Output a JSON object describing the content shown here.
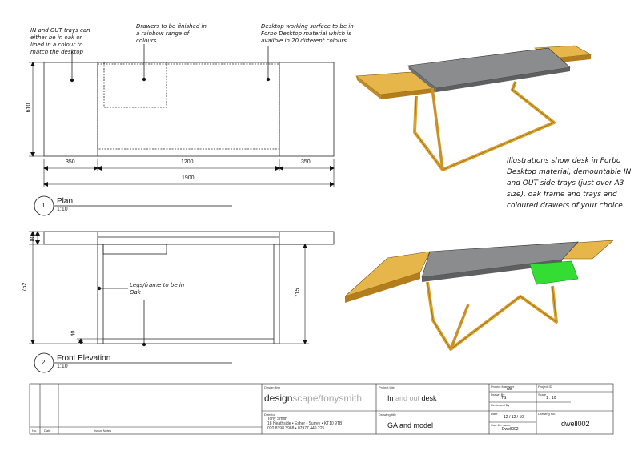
{
  "notes": {
    "trays": "IN and OUT trays can either be in oak or lined in a colour to match the desktop",
    "drawers": "Drawers to be finished in a rainbow range of colours",
    "surface": "Desktop working surface to be in Forbo Desktop material which is availble in 20 different colours",
    "legs": "Legs/frame to be in Oak",
    "illustrations": "Illustrations show desk in Forbo Desktop material, demountable IN and OUT side trays (just over A3 size), oak frame and trays and coloured drawers of your choice."
  },
  "plan_dims": {
    "height": "610",
    "left": "350",
    "middle": "1200",
    "right": "350",
    "total": "1900"
  },
  "elev_dims": {
    "top": "80",
    "overall": "752",
    "inner": "715",
    "base": "40"
  },
  "views": [
    {
      "number": "1",
      "title": "Plan",
      "scale": "1:10"
    },
    {
      "number": "2",
      "title": "Front Elevation",
      "scale": "1:10"
    }
  ],
  "colors": {
    "oak": "#d9a12e",
    "oak_dark": "#a9741a",
    "desktop": "#8a8c8e",
    "drawer": "#33dd33"
  },
  "title_block": {
    "col_no": "No.",
    "col_date": "Date",
    "col_notes": "Issue Notes",
    "design_firm_label": "Design firm",
    "firm_a": "design",
    "firm_b": "scape/tonysmith",
    "client_label": "Director",
    "client_name": "Tony Smith",
    "client_address": "18 Heathside • Esher • Surrey • KT10 9TB",
    "client_phone": "020 8398 3988 • 07977 449 225",
    "project_label": "Project title",
    "project_a": "In ",
    "project_b": "and out",
    "project_c": " desk",
    "drawing_label": "Drawing title",
    "drawing_title": "GA and model",
    "pm_label": "Project Manager",
    "pm_value": "n/a",
    "pid_label": "Project ID",
    "drawn_label": "Drawn By",
    "drawn_value": "TS",
    "scale_label": "Scale",
    "scale_value": "1 : 10",
    "reviewed_label": "Reviewed By",
    "date_label": "Date",
    "date_value": "12 / 12 / 10",
    "cad_label": "Cad file name",
    "cad_value": "Dwell002",
    "drawing_no_label": "Drawing No.",
    "drawing_no": "dwell002"
  }
}
